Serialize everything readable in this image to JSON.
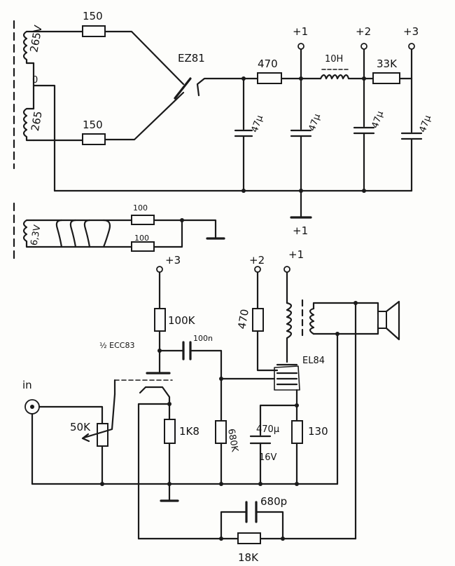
{
  "power_supply": {
    "transformer_hv_upper": "265V",
    "transformer_center": "0",
    "transformer_hv_lower": "265",
    "r_upper": "150",
    "r_lower": "150",
    "rectifier": "EZ81",
    "r_series": "470",
    "choke": "10H",
    "r_33k": "33K",
    "cap1": "47µ",
    "cap2": "47µ",
    "cap3": "47µ",
    "cap4": "47µ",
    "node1": "+1",
    "node2": "+2",
    "node3": "+3",
    "ground_mark": "+1"
  },
  "heater": {
    "voltage": "6,3V",
    "r_top": "100",
    "r_bottom": "100"
  },
  "amplifier": {
    "supply_v3": "+3",
    "supply_v2": "+2",
    "supply_v1": "+1",
    "r_plate": "100K",
    "tube_preamp": "½ ECC83",
    "c_coupling": "100n",
    "r_screen": "470",
    "tube_power": "EL84",
    "input_label": "in",
    "pot": "50K",
    "r_cathode_pre": "1K8",
    "r_grid": "680K",
    "c_cathode": "470µ",
    "c_cathode_v": "16V",
    "r_cathode_pwr": "130",
    "c_feedback": "680p",
    "r_feedback": "18K"
  }
}
